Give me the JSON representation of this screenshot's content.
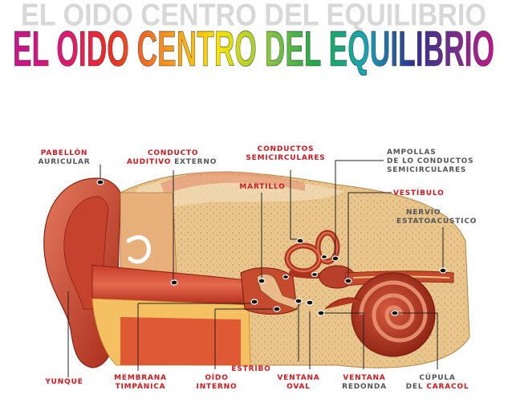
{
  "title": "EL OIDO CENTRO DEL EQUILIBRIO",
  "colors": {
    "label_red": "#d8161b",
    "label_gray": "#555555",
    "title_gradient": [
      "#c4168b",
      "#e0167a",
      "#ee2a24",
      "#f7941d",
      "#f6e400",
      "#8cc63f",
      "#1aa84a",
      "#16a7b5",
      "#2e3192",
      "#7b2e8e",
      "#c2168c"
    ]
  },
  "labels": {
    "pabellon": {
      "line1": "PABELLÓN",
      "line2": "AURICULAR"
    },
    "conducto": {
      "line1": "CONDUCTO",
      "line2a": "AUDITIVO",
      "line2b": " EXTERNO"
    },
    "conductos": {
      "line1": "CONDUCTOS",
      "line2": "SEMICIRCULARES"
    },
    "martillo": {
      "line1": "MARTILLO"
    },
    "ampollas": {
      "line1": "AMPOLLAS",
      "line2": "DE LO CONDUCTOS",
      "line3": "SEMICIRCULARES"
    },
    "vestibulo": {
      "line1": "VESTÍBULO"
    },
    "nervio": {
      "line1": "NERVIO",
      "line2": "ESTATOACÚSTICO"
    },
    "yunque": {
      "line1": "YUNQUE"
    },
    "membrana": {
      "line1": "MEMBRANA",
      "line2": "TIMPÁNICA"
    },
    "oido_interno": {
      "line1": "OÍDO",
      "line2": "INTERNO"
    },
    "estribo": {
      "line1": "ESTRIBO"
    },
    "ventana_oval": {
      "line1": "VENTANA",
      "line2": "OVAL"
    },
    "ventana_redonda": {
      "line1": "VENTANA",
      "line2": "REDONDA"
    },
    "cupula": {
      "line1": "CÚPULA",
      "line2a": "DEL ",
      "line2b": "CARACOL"
    }
  }
}
